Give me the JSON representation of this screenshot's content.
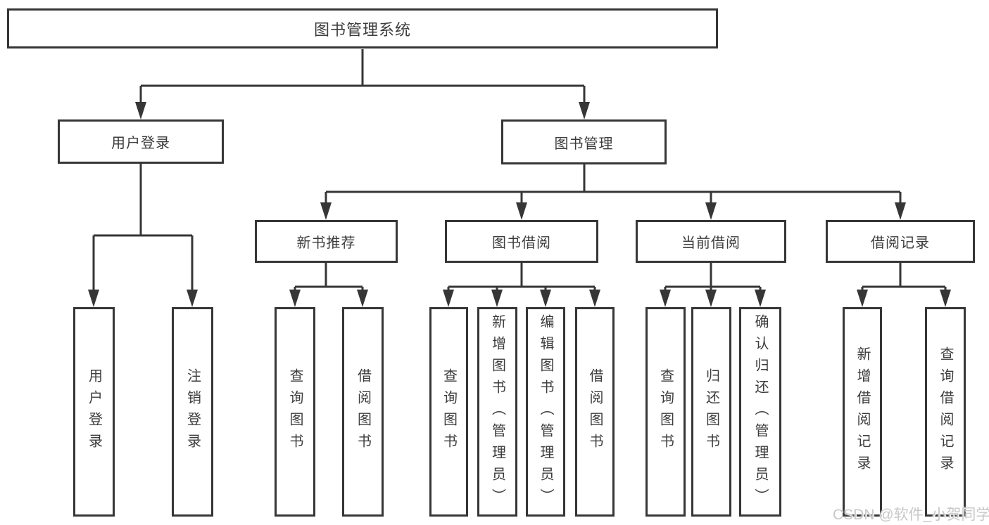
{
  "diagram_title": "图书管理系统",
  "nodes": {
    "root": "图书管理系统",
    "user_login": "用户登录",
    "book_mgmt": "图书管理",
    "new_book_rec": "新书推荐",
    "book_borrow": "图书借阅",
    "current_borrow": "当前借阅",
    "borrow_records": "借阅记录",
    "leaf_user_login": "用户登录",
    "leaf_logout": "注销登录",
    "leaf_query_books_rec": "查询图书",
    "leaf_borrow_books_rec": "借阅图书",
    "leaf_query_books_borrow": "查询图书",
    "leaf_add_book_admin": "新增图书（管理员）",
    "leaf_edit_book_admin": "编辑图书（管理员）",
    "leaf_borrow_books_2": "借阅图书",
    "leaf_query_books_current": "查询图书",
    "leaf_return_book": "归还图书",
    "leaf_confirm_return_admin": "确认归还（管理员）",
    "leaf_add_borrow_record": "新增借阅记录",
    "leaf_query_borrow_record": "查询借阅记录"
  },
  "watermark": {
    "text": "CSDN @软件_小贺同学",
    "color": "#c8c8c8"
  },
  "colors": {
    "line": "#363636",
    "box_border": "#363636",
    "text": "#3c3c3c",
    "background": "#ffffff"
  }
}
